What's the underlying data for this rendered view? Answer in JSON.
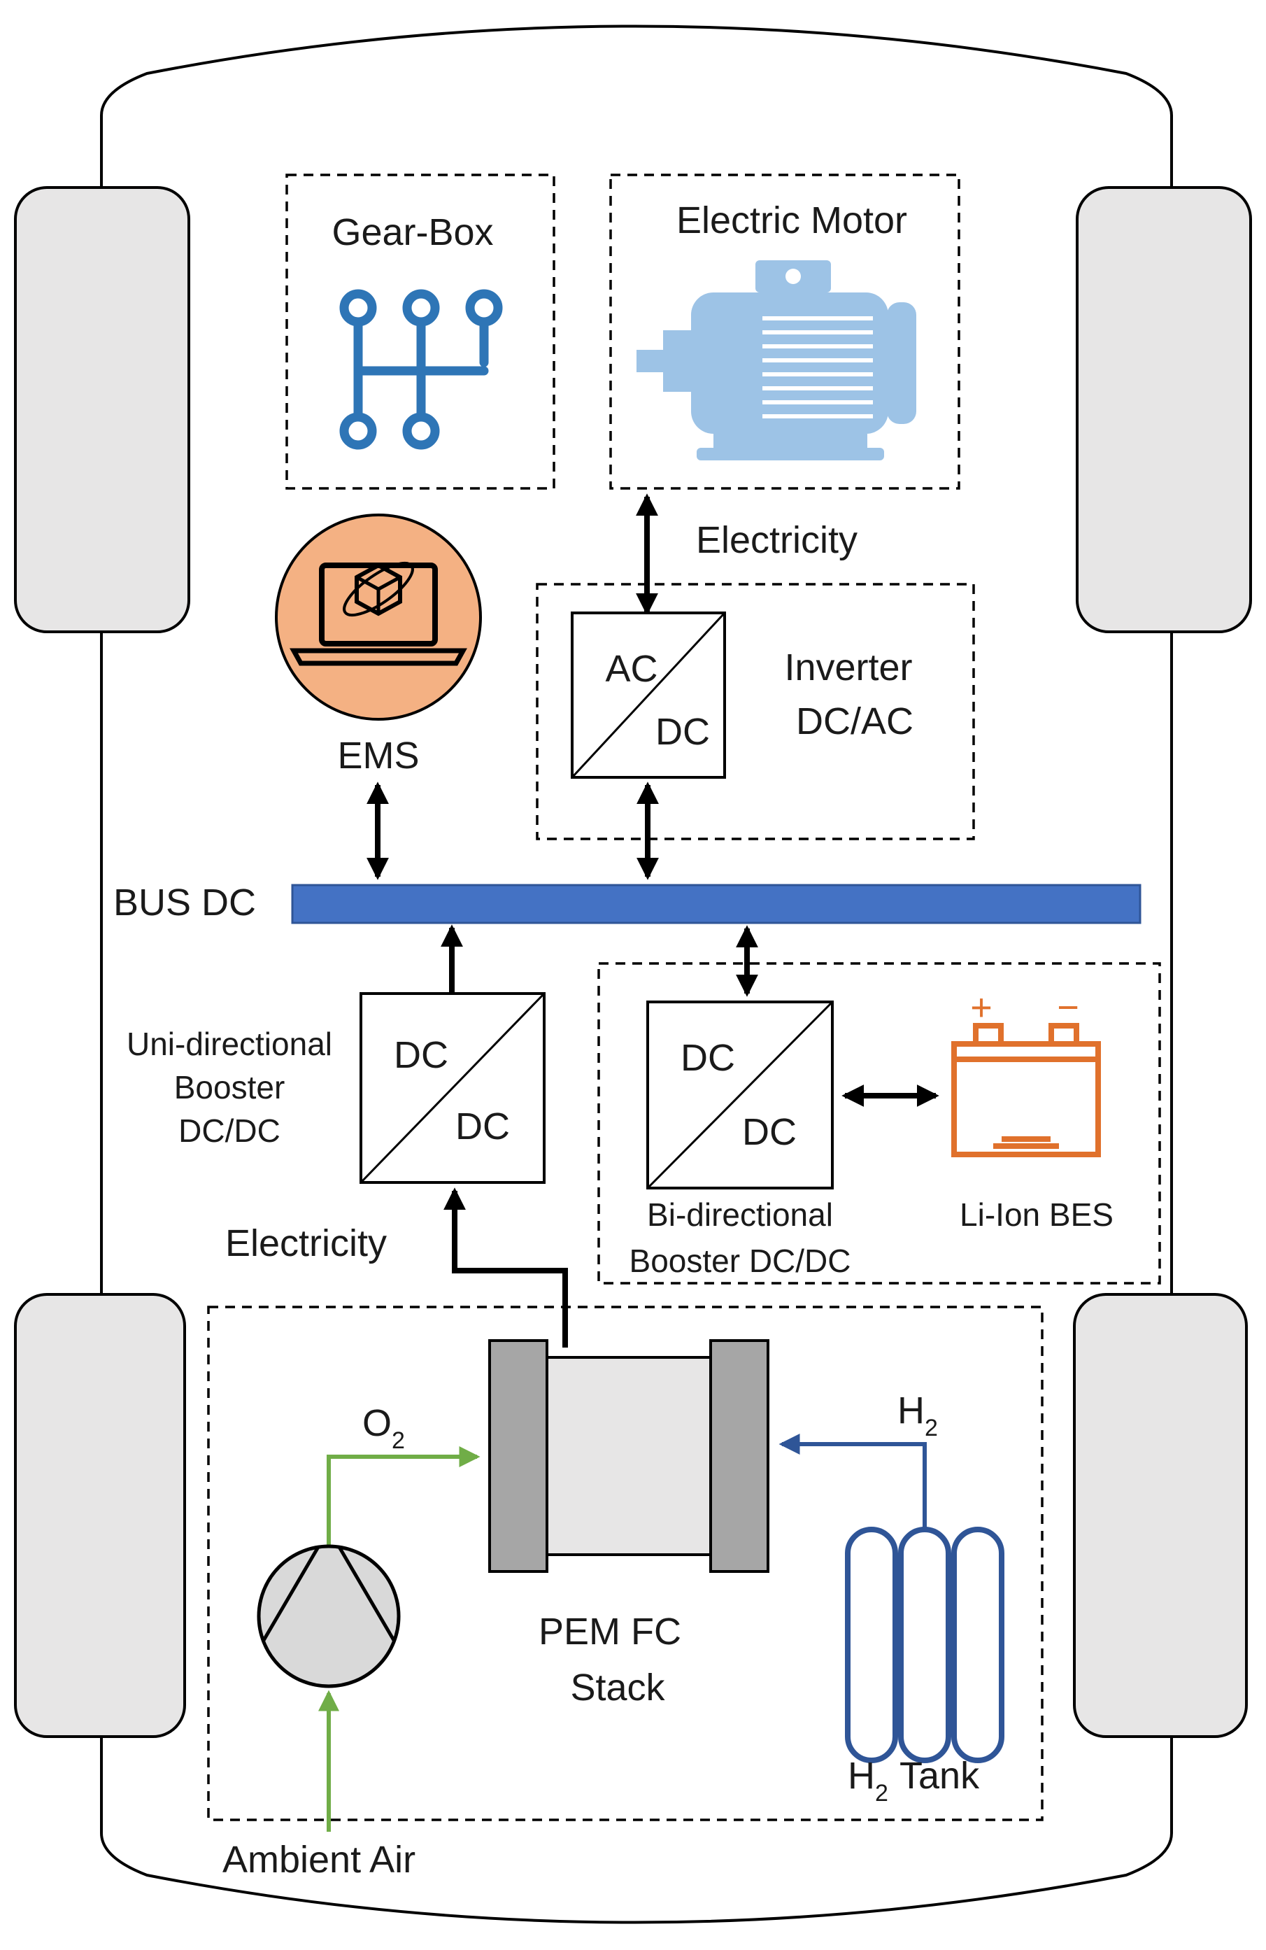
{
  "components": {
    "gearbox": "Gear-Box",
    "motor": "Electric Motor",
    "electricity_top": "Electricity",
    "ems": "EMS",
    "inverter_line1": "Inverter",
    "inverter_line2": "DC/AC",
    "inverter_top": "AC",
    "inverter_bottom": "DC",
    "bus": "BUS DC",
    "uni_line1": "Uni-directional",
    "uni_line2": "Booster",
    "uni_line3": "DC/DC",
    "uni_top": "DC",
    "uni_bottom": "DC",
    "bi_top": "DC",
    "bi_bottom": "DC",
    "bi_line1": "Bi-directional",
    "bi_line2": "Booster DC/DC",
    "battery": "Li-Ion BES",
    "battery_plus": "+",
    "battery_minus": "−",
    "electricity_bottom": "Electricity",
    "o2_main": "O",
    "o2_sub": "2",
    "h2_main": "H",
    "h2_sub": "2",
    "stack_line1": "PEM FC",
    "stack_line2": "Stack",
    "tank_main": "H",
    "tank_sub": "2",
    "tank_rest": " Tank",
    "ambient": "Ambient Air"
  },
  "colors": {
    "bus": "#4472c4",
    "gearbox_icon": "#2e75b6",
    "motor_icon": "#9dc3e6",
    "ems_circle": "#f4b183",
    "battery_icon": "#e0712c",
    "o2_line": "#70ad47",
    "h2_line": "#2f5597",
    "wheel": "#e7e6e6",
    "axle": "#7f7f7f",
    "fc_plate": "#a6a6a6",
    "fc_core": "#e7e6e6"
  },
  "icons": [
    "gearbox-icon",
    "electric-motor-icon",
    "ems-laptop-icon",
    "battery-icon",
    "compressor-icon",
    "hydrogen-tank-icon"
  ]
}
